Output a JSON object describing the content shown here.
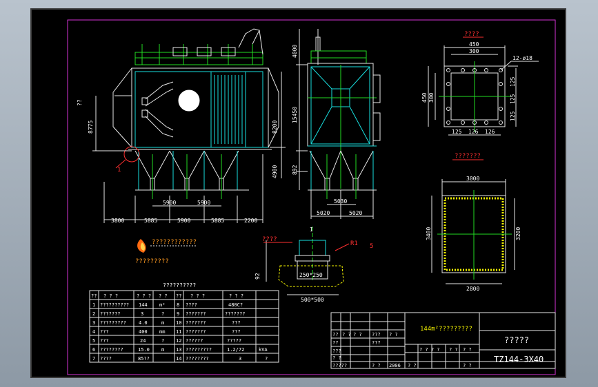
{
  "drawing": {
    "model_code": "TZ144-3X40",
    "title_cell": "?????",
    "project_title": "144m²?????????",
    "tech_table_title": "??????????",
    "company_text_top": "????????????",
    "company_text_bottom": "?????????",
    "flange_title": "????",
    "hopper_title": "???????",
    "section_label": "I",
    "leader_label_1": "1",
    "leader_r": "R1",
    "leader_5": "5",
    "note_anchor": "????",
    "flow_label": "??"
  },
  "dimensions": {
    "front": {
      "bottom_row": [
        "3800",
        "5885",
        "5900",
        "5885",
        "2200"
      ],
      "mid_row": [
        "5900",
        "5900"
      ],
      "left_height": "8775",
      "right_upper": "8200",
      "right_lower": "4900"
    },
    "side": {
      "top_height": "4000",
      "mid_height": "15450",
      "low_height": "892",
      "bottom_mid": "5030",
      "bottom_row": [
        "5020",
        "5020"
      ]
    },
    "flange": {
      "top_outer": "450",
      "top_inner": "300",
      "left_outer": "450",
      "left_inner": "300",
      "right": [
        "125",
        "125",
        "125"
      ],
      "bottom": [
        "125",
        "126",
        "126"
      ],
      "holes": "12-ø18"
    },
    "hopper": {
      "top": "3000",
      "left": "3400",
      "right": "3200",
      "bottom": "2800"
    },
    "foundation": {
      "width": "250*250",
      "base": "500*500",
      "height": "92"
    }
  },
  "tech_table": {
    "headers": [
      "??",
      "? ? ?",
      "? ? ?",
      "? ?",
      "??",
      "? ? ?",
      "? ? ?",
      ""
    ],
    "rows": [
      [
        "1",
        "??????????",
        "144",
        "m²",
        "8",
        "????",
        "480C?",
        ""
      ],
      [
        "2",
        "???????",
        "3",
        "?",
        "9",
        "???????",
        "???????",
        ""
      ],
      [
        "3",
        "?????????",
        "4.0",
        "m",
        "10",
        "???????",
        "???",
        ""
      ],
      [
        "4",
        "???",
        "400",
        "mm",
        "11",
        "???????",
        "???",
        ""
      ],
      [
        "5",
        "???",
        "24",
        "?",
        "12",
        "??????",
        "?????",
        ""
      ],
      [
        "6",
        "????????",
        "15.0",
        "m",
        "13",
        "?????????",
        "1.2/72",
        "kVA"
      ],
      [
        "7",
        "????",
        "85??",
        "",
        "14",
        "????????",
        "3",
        "?"
      ]
    ]
  },
  "title_block": {
    "cells": [
      "??",
      "? ?",
      "? ?",
      "???",
      "? ?",
      "???",
      "??",
      "???",
      "? ?",
      "? ?",
      "? ?",
      "?????",
      "2006",
      "? ? ? ?",
      "? ?",
      "? ?",
      "? ?"
    ]
  },
  "colors": {
    "background": "#000000",
    "frame": "#d633d6",
    "outline": "#e8e8e8",
    "equipment": "#19e0e0",
    "centerline": "#22dd22",
    "annotation": "#ff3030",
    "hatch": "#f2f200",
    "window": "#a3adb8"
  }
}
